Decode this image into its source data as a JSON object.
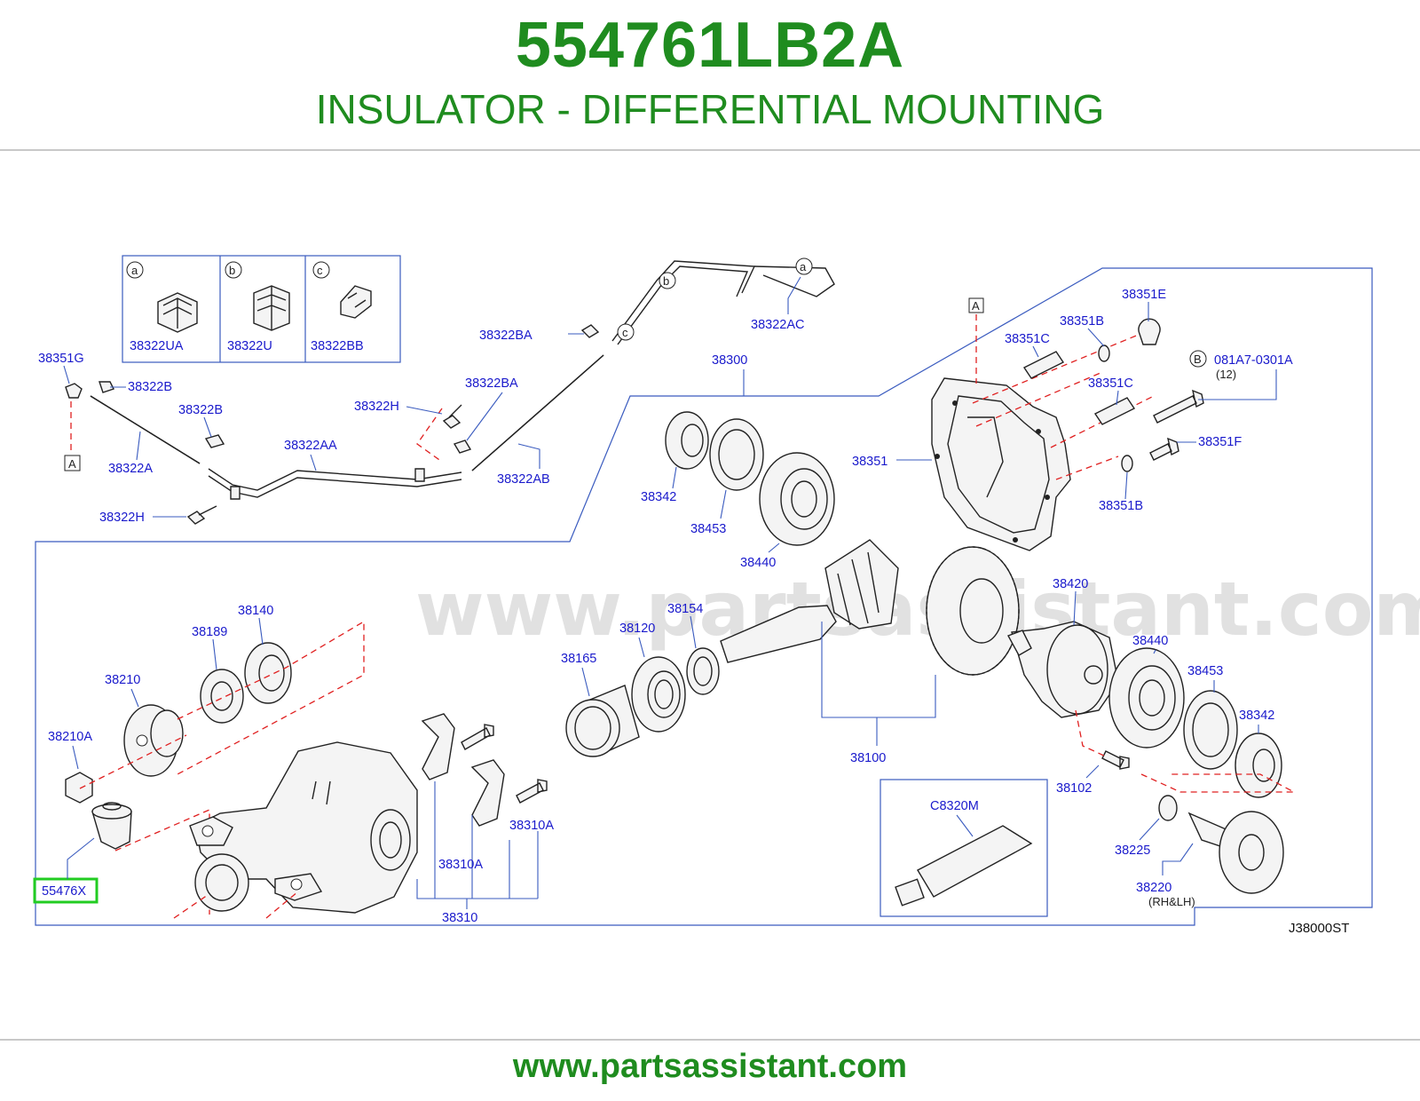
{
  "header": {
    "part_number": "554761LB2A",
    "part_name": "INSULATOR - DIFFERENTIAL MOUNTING"
  },
  "footer": {
    "url": "www.partsassistant.com"
  },
  "diagram": {
    "watermark": "www.partsassistant.com",
    "diagram_code": "J38000ST",
    "highlighted_part": "55476X",
    "inset_labels": {
      "a": "a",
      "b": "b",
      "c": "c"
    },
    "ref_a": "A",
    "ref_b": "B",
    "labels": {
      "p38322UA": "38322UA",
      "p38322U": "38322U",
      "p38322BB": "38322BB",
      "p38351G": "38351G",
      "p38322B_1": "38322B",
      "p38322B_2": "38322B",
      "p38322A": "38322A",
      "p38322H_1": "38322H",
      "p38322H_2": "38322H",
      "p38322AA": "38322AA",
      "p38322BA_1": "38322BA",
      "p38322BA_2": "38322BA",
      "p38322AB": "38322AB",
      "p38322AC": "38322AC",
      "p38300": "38300",
      "p38351C_1": "38351C",
      "p38351B_1": "38351B",
      "p38351E": "38351E",
      "p081A7": "081A7-0301A",
      "p081A7_qty": "(12)",
      "p38351C_2": "38351C",
      "p38351": "38351",
      "p38351F": "38351F",
      "p38351B_2": "38351B",
      "p38342_1": "38342",
      "p38453_1": "38453",
      "p38440_1": "38440",
      "p38140": "38140",
      "p38189": "38189",
      "p38210": "38210",
      "p38210A": "38210A",
      "p38154": "38154",
      "p38120": "38120",
      "p38165": "38165",
      "p38420": "38420",
      "p38440_2": "38440",
      "p38453_2": "38453",
      "p38342_2": "38342",
      "p38100": "38100",
      "p38102": "38102",
      "p38310A_1": "38310A",
      "p38310A_2": "38310A",
      "p38310": "38310",
      "pC8320M": "C8320M",
      "p38225": "38225",
      "p38220": "38220",
      "p38220_note": "(RH&LH)",
      "p55476X": "55476X"
    }
  }
}
